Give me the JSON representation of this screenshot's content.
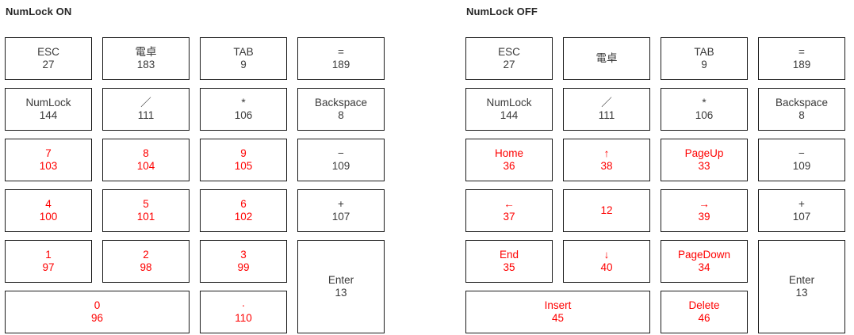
{
  "colors": {
    "key_border": "#1b1b1b",
    "text_default": "#3a3a3a",
    "text_numpad": "#fe0000",
    "title": "#262626",
    "background": "#ffffff"
  },
  "panels": [
    {
      "id": "numlock-on",
      "title": "NumLock ON",
      "keys": [
        {
          "cap": "ESC",
          "code": "27",
          "red": false,
          "span_cols": 1,
          "span_rows": 1
        },
        {
          "cap": "電卓",
          "code": "183",
          "red": false,
          "span_cols": 1,
          "span_rows": 1
        },
        {
          "cap": "TAB",
          "code": "9",
          "red": false,
          "span_cols": 1,
          "span_rows": 1
        },
        {
          "cap": "=",
          "code": "189",
          "red": false,
          "span_cols": 1,
          "span_rows": 1
        },
        {
          "cap": "NumLock",
          "code": "144",
          "red": false,
          "span_cols": 1,
          "span_rows": 1
        },
        {
          "cap": "／",
          "code": "111",
          "red": false,
          "span_cols": 1,
          "span_rows": 1
        },
        {
          "cap": "*",
          "code": "106",
          "red": false,
          "span_cols": 1,
          "span_rows": 1
        },
        {
          "cap": "Backspace",
          "code": "8",
          "red": false,
          "span_cols": 1,
          "span_rows": 1
        },
        {
          "cap": "7",
          "code": "103",
          "red": true,
          "span_cols": 1,
          "span_rows": 1
        },
        {
          "cap": "8",
          "code": "104",
          "red": true,
          "span_cols": 1,
          "span_rows": 1
        },
        {
          "cap": "9",
          "code": "105",
          "red": true,
          "span_cols": 1,
          "span_rows": 1
        },
        {
          "cap": "−",
          "code": "109",
          "red": false,
          "span_cols": 1,
          "span_rows": 1
        },
        {
          "cap": "4",
          "code": "100",
          "red": true,
          "span_cols": 1,
          "span_rows": 1
        },
        {
          "cap": "5",
          "code": "101",
          "red": true,
          "span_cols": 1,
          "span_rows": 1
        },
        {
          "cap": "6",
          "code": "102",
          "red": true,
          "span_cols": 1,
          "span_rows": 1
        },
        {
          "cap": "+",
          "code": "107",
          "red": false,
          "span_cols": 1,
          "span_rows": 1
        },
        {
          "cap": "1",
          "code": "97",
          "red": true,
          "span_cols": 1,
          "span_rows": 1
        },
        {
          "cap": "2",
          "code": "98",
          "red": true,
          "span_cols": 1,
          "span_rows": 1
        },
        {
          "cap": "3",
          "code": "99",
          "red": true,
          "span_cols": 1,
          "span_rows": 1
        },
        {
          "cap": "Enter",
          "code": "13",
          "red": false,
          "span_cols": 1,
          "span_rows": 2
        },
        {
          "cap": "0",
          "code": "96",
          "red": true,
          "span_cols": 2,
          "span_rows": 1
        },
        {
          "cap": "·",
          "code": "110",
          "red": true,
          "span_cols": 1,
          "span_rows": 1
        }
      ]
    },
    {
      "id": "numlock-off",
      "title": "NumLock OFF",
      "keys": [
        {
          "cap": "ESC",
          "code": "27",
          "red": false,
          "span_cols": 1,
          "span_rows": 1
        },
        {
          "cap": "電卓",
          "code": "",
          "red": false,
          "span_cols": 1,
          "span_rows": 1
        },
        {
          "cap": "TAB",
          "code": "9",
          "red": false,
          "span_cols": 1,
          "span_rows": 1
        },
        {
          "cap": "=",
          "code": "189",
          "red": false,
          "span_cols": 1,
          "span_rows": 1
        },
        {
          "cap": "NumLock",
          "code": "144",
          "red": false,
          "span_cols": 1,
          "span_rows": 1
        },
        {
          "cap": "／",
          "code": "111",
          "red": false,
          "span_cols": 1,
          "span_rows": 1
        },
        {
          "cap": "*",
          "code": "106",
          "red": false,
          "span_cols": 1,
          "span_rows": 1
        },
        {
          "cap": "Backspace",
          "code": "8",
          "red": false,
          "span_cols": 1,
          "span_rows": 1
        },
        {
          "cap": "Home",
          "code": "36",
          "red": true,
          "span_cols": 1,
          "span_rows": 1
        },
        {
          "cap": "↑",
          "code": "38",
          "red": true,
          "span_cols": 1,
          "span_rows": 1
        },
        {
          "cap": "PageUp",
          "code": "33",
          "red": true,
          "span_cols": 1,
          "span_rows": 1
        },
        {
          "cap": "−",
          "code": "109",
          "red": false,
          "span_cols": 1,
          "span_rows": 1
        },
        {
          "cap": "←",
          "code": "37",
          "red": true,
          "span_cols": 1,
          "span_rows": 1
        },
        {
          "cap": "",
          "code": "12",
          "red": true,
          "span_cols": 1,
          "span_rows": 1
        },
        {
          "cap": "→",
          "code": "39",
          "red": true,
          "span_cols": 1,
          "span_rows": 1
        },
        {
          "cap": "+",
          "code": "107",
          "red": false,
          "span_cols": 1,
          "span_rows": 1
        },
        {
          "cap": "End",
          "code": "35",
          "red": true,
          "span_cols": 1,
          "span_rows": 1
        },
        {
          "cap": "↓",
          "code": "40",
          "red": true,
          "span_cols": 1,
          "span_rows": 1
        },
        {
          "cap": "PageDown",
          "code": "34",
          "red": true,
          "span_cols": 1,
          "span_rows": 1
        },
        {
          "cap": "Enter",
          "code": "13",
          "red": false,
          "span_cols": 1,
          "span_rows": 2
        },
        {
          "cap": "Insert",
          "code": "45",
          "red": true,
          "span_cols": 2,
          "span_rows": 1
        },
        {
          "cap": "Delete",
          "code": "46",
          "red": true,
          "span_cols": 1,
          "span_rows": 1
        }
      ]
    }
  ]
}
